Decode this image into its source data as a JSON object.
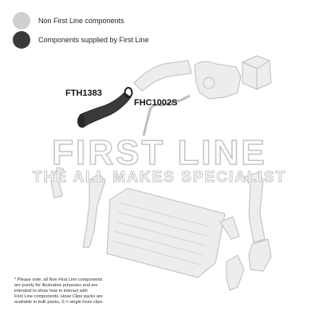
{
  "legend": {
    "items": [
      {
        "label": "Non First Line components",
        "color": "#cfcfcf",
        "icon": "light-grey-circle"
      },
      {
        "label": "Components supplied by First Line",
        "color": "#3a3a3a",
        "icon": "dark-grey-circle"
      }
    ]
  },
  "parts": [
    {
      "code": "FTH1383"
    },
    {
      "code": "FHC1002S"
    }
  ],
  "watermark": {
    "line1": "FIRST LINE",
    "line2": "THE ALL MAKES SPECIALIST"
  },
  "footnote": {
    "lines": [
      "* Please note: all Non First Line components",
      "are purely for illustrative purposes and are",
      "intended to show how to interact with",
      "First Line components. Hose Clips packs are",
      "available in bulk packs, S = single hose clips."
    ]
  },
  "colors": {
    "ghost_fill": "#ededed",
    "ghost_stroke": "#bdbdbd",
    "part_fill": "#3a3a3a"
  }
}
